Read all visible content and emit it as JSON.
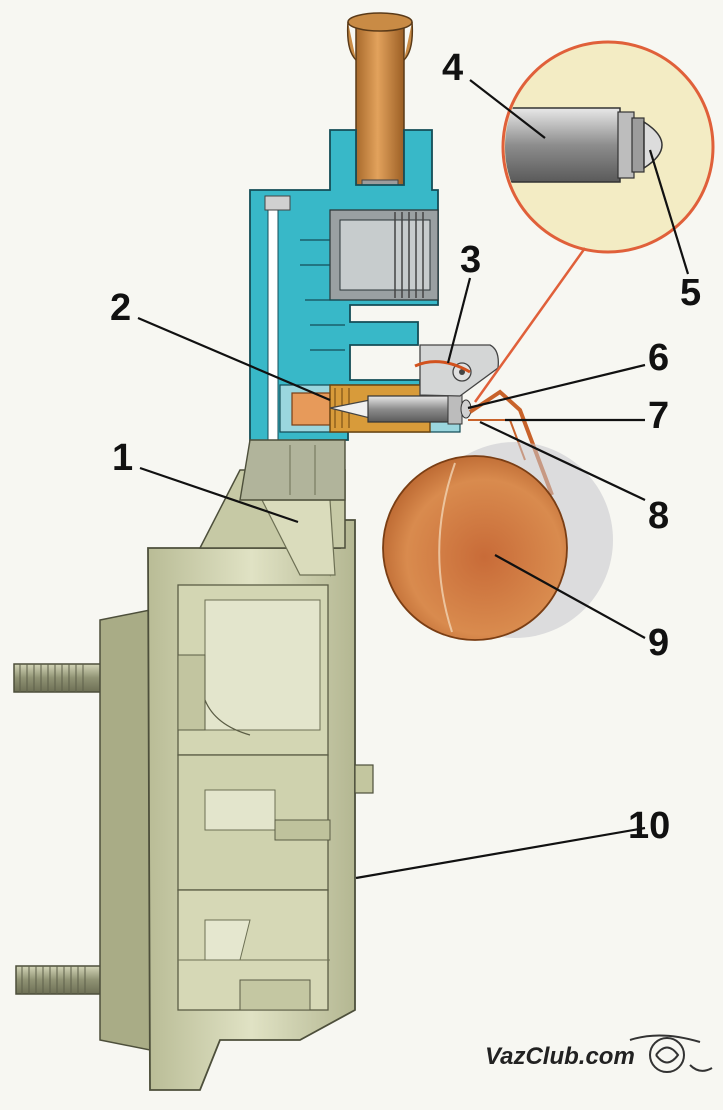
{
  "diagram": {
    "labels": {
      "l1": "1",
      "l2": "2",
      "l3": "3",
      "l4": "4",
      "l5": "5",
      "l6": "6",
      "l7": "7",
      "l8": "8",
      "l9": "9",
      "l10": "10"
    },
    "watermark": "VazClub.com",
    "colors": {
      "housing_body": "#d9dbb8",
      "housing_shadow": "#a8ab86",
      "cover_section": "#38b8c8",
      "brass": "#d89b3a",
      "float": "#c9773a",
      "tube": "#c98b45",
      "leader_red": "#e0603a",
      "magnifier_bg": "#f3ecc4"
    }
  }
}
